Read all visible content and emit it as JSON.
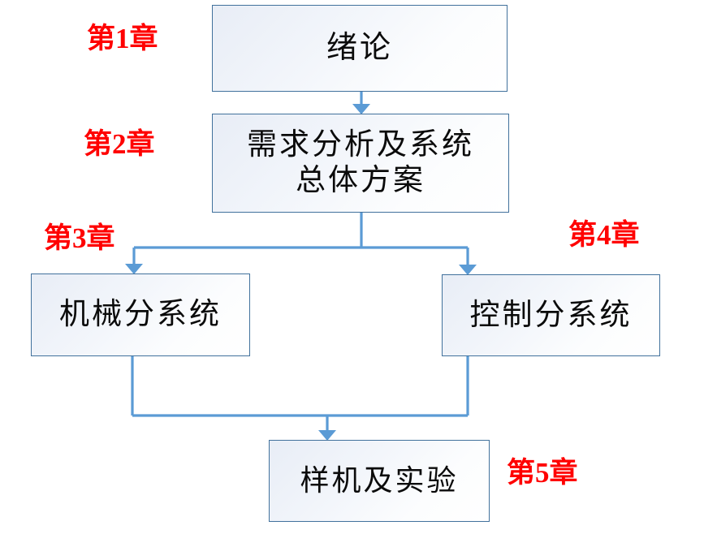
{
  "diagram": {
    "title": "Thesis chapter structure flowchart",
    "accent_line_color": "#5B9BD5",
    "box_border_color": "#41719C",
    "chapter_tag_color": "#FF0000",
    "box_text_color": "#0B0B0B",
    "background_color": "#FFFFFF"
  },
  "nodes": {
    "intro": {
      "label": "绪论"
    },
    "requirements": {
      "label": "需求分析及系统\n总体方案"
    },
    "mechanical": {
      "label": "机械分系统"
    },
    "control": {
      "label": "控制分系统"
    },
    "prototype": {
      "label": "样机及实验"
    }
  },
  "chapter_tags": {
    "ch1": "第1章",
    "ch2": "第2章",
    "ch3": "第3章",
    "ch4": "第4章",
    "ch5": "第5章"
  },
  "connections": [
    {
      "name": "intro-to-requirements",
      "from": "intro",
      "to": "requirements",
      "style": "straight-arrow"
    },
    {
      "name": "requirements-to-mechanical",
      "from": "requirements",
      "to": "mechanical",
      "style": "split-elbow-arrow"
    },
    {
      "name": "requirements-to-control",
      "from": "requirements",
      "to": "control",
      "style": "split-elbow-arrow"
    },
    {
      "name": "mechanical-to-prototype",
      "from": "mechanical",
      "to": "prototype",
      "style": "merge-elbow-arrow"
    },
    {
      "name": "control-to-prototype",
      "from": "control",
      "to": "prototype",
      "style": "merge-elbow-arrow"
    }
  ]
}
